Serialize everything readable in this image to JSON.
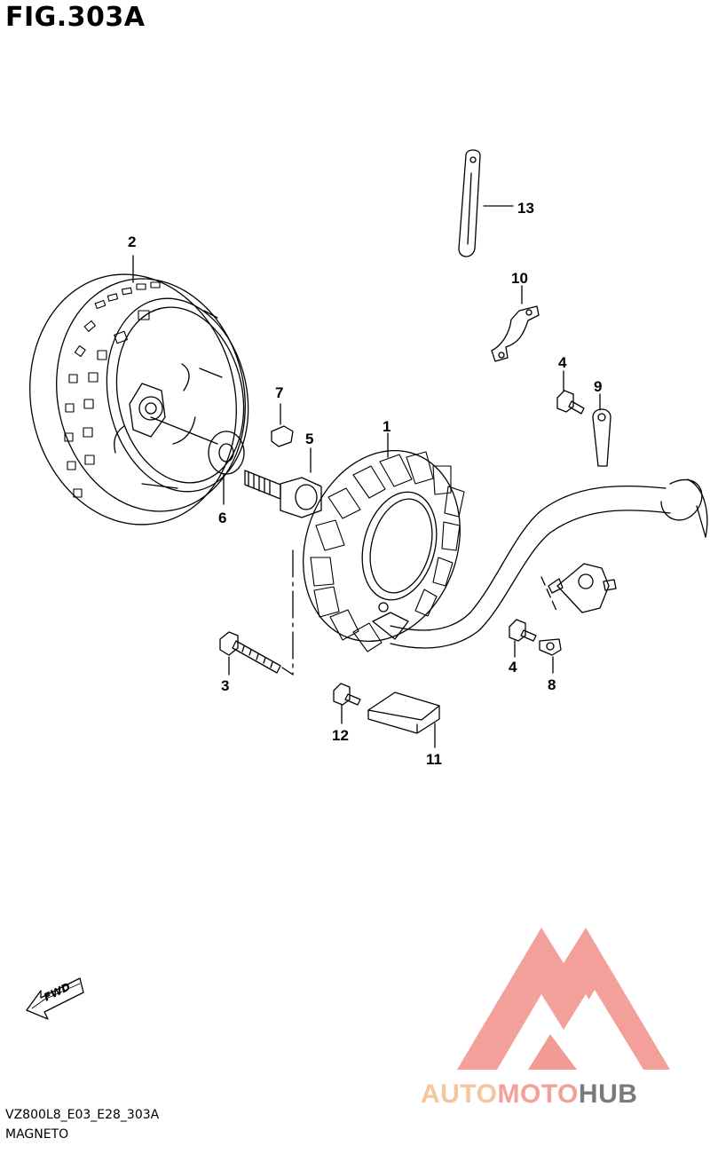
{
  "figure": {
    "title": "FIG.303A",
    "code": "VZ800L8_E03_E28_303A",
    "section": "MAGNETO"
  },
  "callouts": [
    {
      "id": "1",
      "label": "1"
    },
    {
      "id": "2",
      "label": "2"
    },
    {
      "id": "3",
      "label": "3"
    },
    {
      "id": "4a",
      "label": "4"
    },
    {
      "id": "4b",
      "label": "4"
    },
    {
      "id": "5",
      "label": "5"
    },
    {
      "id": "6",
      "label": "6"
    },
    {
      "id": "7",
      "label": "7"
    },
    {
      "id": "8",
      "label": "8"
    },
    {
      "id": "9",
      "label": "9"
    },
    {
      "id": "10",
      "label": "10"
    },
    {
      "id": "11",
      "label": "11"
    },
    {
      "id": "12",
      "label": "12"
    },
    {
      "id": "13",
      "label": "13"
    }
  ],
  "fwd_label": "FWD",
  "watermark": {
    "part1": "AUTO",
    "part2": "MOTO",
    "part3": "HUB",
    "colors": {
      "part1": "#f5c59b",
      "part2": "#f2a09a",
      "part3": "#7a7a7a",
      "logo": "#f29b95"
    }
  }
}
